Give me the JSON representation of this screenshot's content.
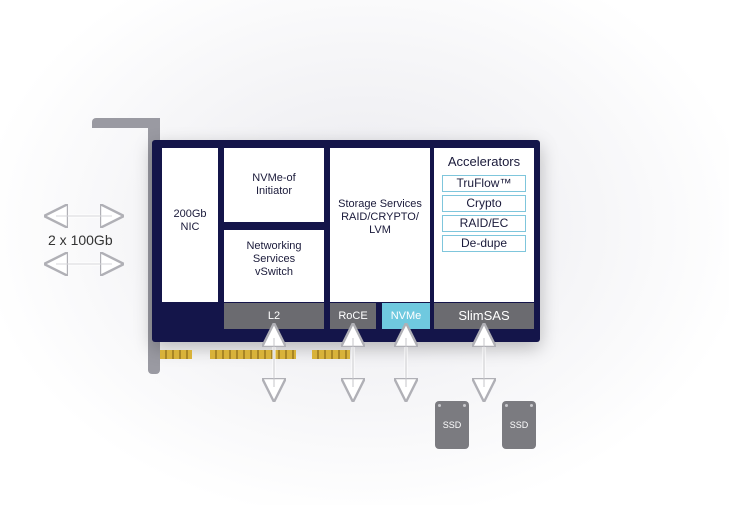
{
  "external_ports": {
    "label": "2 x 100Gb"
  },
  "nic": {
    "label_line1": "200Gb",
    "label_line2": "NIC"
  },
  "nvmeof": {
    "line1": "NVMe-of",
    "line2": "Initiator"
  },
  "networking": {
    "line1": "Networking",
    "line2": "Services",
    "line3": "vSwitch"
  },
  "storage": {
    "line1": "Storage Services",
    "line2": "RAID/CRYPTO/",
    "line3": "LVM"
  },
  "accelerators": {
    "title": "Accelerators",
    "items": [
      "TruFlow™",
      "Crypto",
      "RAID/EC",
      "De-dupe"
    ]
  },
  "bars": {
    "l2": "L2",
    "roce": "RoCE",
    "nvme": "NVMe",
    "slimsas": "SlimSAS"
  },
  "ssds": [
    "SSD",
    "SSD"
  ],
  "colors": {
    "board": "#14154a",
    "accent": "#6fc9df",
    "bar_gray": "#6b6b70",
    "ssd": "#7b7b80"
  }
}
